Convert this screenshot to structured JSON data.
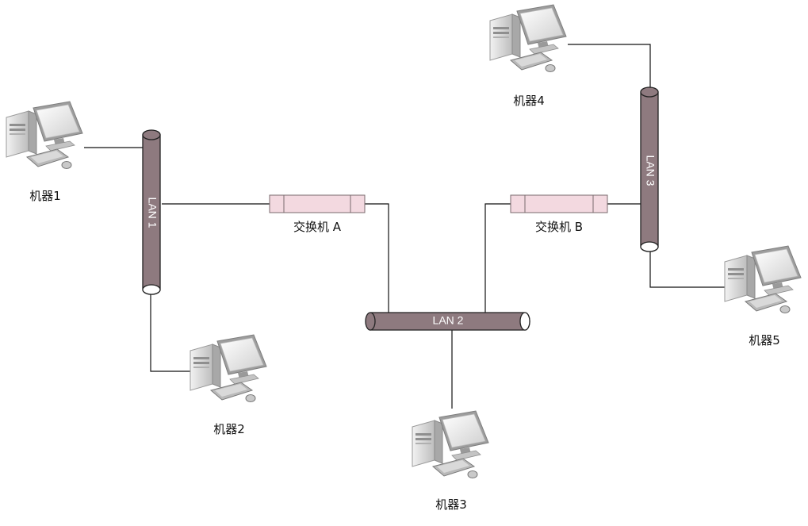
{
  "buses": {
    "lan1": "LAN 1",
    "lan2": "LAN 2",
    "lan3": "LAN 3"
  },
  "switches": {
    "a": "交换机 A",
    "b": "交换机 B"
  },
  "machines": {
    "m1": "机器1",
    "m2": "机器2",
    "m3": "机器3",
    "m4": "机器4",
    "m5": "机器5"
  },
  "colors": {
    "bus_fill": "#8e7a7f",
    "bus_stroke": "#222222",
    "switch_fill": "#f3d9e0",
    "switch_stroke": "#7a6a6e",
    "wire": "#111111"
  },
  "icons": {
    "computer": "desktop-computer-icon"
  }
}
